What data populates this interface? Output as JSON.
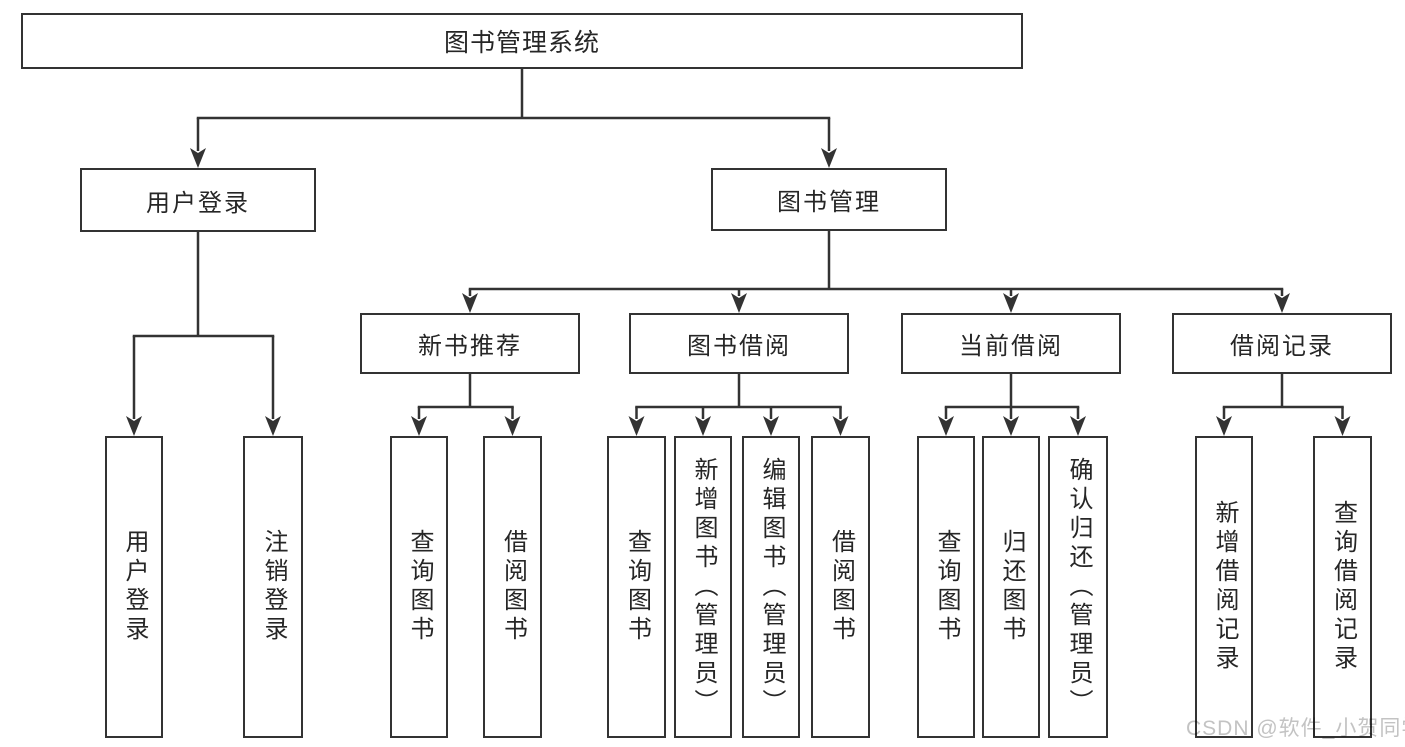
{
  "diagram": {
    "title": "图书管理系统",
    "type": "functional-structure-tree"
  },
  "nodes": [
    {
      "id": "root",
      "label": "图书管理系统",
      "orient": "h"
    },
    {
      "id": "user-login",
      "label": "用户登录",
      "orient": "h"
    },
    {
      "id": "book-mgmt",
      "label": "图书管理",
      "orient": "h"
    },
    {
      "id": "new-book-rec",
      "label": "新书推荐",
      "orient": "h"
    },
    {
      "id": "book-borrow",
      "label": "图书借阅",
      "orient": "h"
    },
    {
      "id": "current-borrow",
      "label": "当前借阅",
      "orient": "h"
    },
    {
      "id": "borrow-records",
      "label": "借阅记录",
      "orient": "h"
    },
    {
      "id": "user-login-leaf",
      "label": "用户登录",
      "orient": "v"
    },
    {
      "id": "logout",
      "label": "注销登录",
      "orient": "v"
    },
    {
      "id": "query-book-1",
      "label": "查询图书",
      "orient": "v"
    },
    {
      "id": "borrow-book-1",
      "label": "借阅图书",
      "orient": "v"
    },
    {
      "id": "query-book-2",
      "label": "查询图书",
      "orient": "v"
    },
    {
      "id": "add-book",
      "label": "新增图书（管理员）",
      "orient": "v"
    },
    {
      "id": "edit-book",
      "label": "编辑图书（管理员）",
      "orient": "v"
    },
    {
      "id": "borrow-book-2",
      "label": "借阅图书",
      "orient": "v"
    },
    {
      "id": "query-book-3",
      "label": "查询图书",
      "orient": "v"
    },
    {
      "id": "return-book",
      "label": "归还图书",
      "orient": "v"
    },
    {
      "id": "confirm-return",
      "label": "确认归还（管理员）",
      "orient": "v"
    },
    {
      "id": "add-borrow-record",
      "label": "新增借阅记录",
      "orient": "v"
    },
    {
      "id": "query-borrow-record",
      "label": "查询借阅记录",
      "orient": "v"
    }
  ],
  "edges": [
    [
      "root",
      "user-login"
    ],
    [
      "root",
      "book-mgmt"
    ],
    [
      "user-login",
      "user-login-leaf"
    ],
    [
      "user-login",
      "logout"
    ],
    [
      "book-mgmt",
      "new-book-rec"
    ],
    [
      "book-mgmt",
      "book-borrow"
    ],
    [
      "book-mgmt",
      "current-borrow"
    ],
    [
      "book-mgmt",
      "borrow-records"
    ],
    [
      "new-book-rec",
      "query-book-1"
    ],
    [
      "new-book-rec",
      "borrow-book-1"
    ],
    [
      "book-borrow",
      "query-book-2"
    ],
    [
      "book-borrow",
      "add-book"
    ],
    [
      "book-borrow",
      "edit-book"
    ],
    [
      "book-borrow",
      "borrow-book-2"
    ],
    [
      "current-borrow",
      "query-book-3"
    ],
    [
      "current-borrow",
      "return-book"
    ],
    [
      "current-borrow",
      "confirm-return"
    ],
    [
      "borrow-records",
      "add-borrow-record"
    ],
    [
      "borrow-records",
      "query-borrow-record"
    ]
  ],
  "watermark": {
    "text": "CSDN @软件_小贺同学"
  },
  "colors": {
    "stroke": "#333333",
    "text": "#262626",
    "background": "#ffffff",
    "watermark": "#c3c3c3"
  }
}
